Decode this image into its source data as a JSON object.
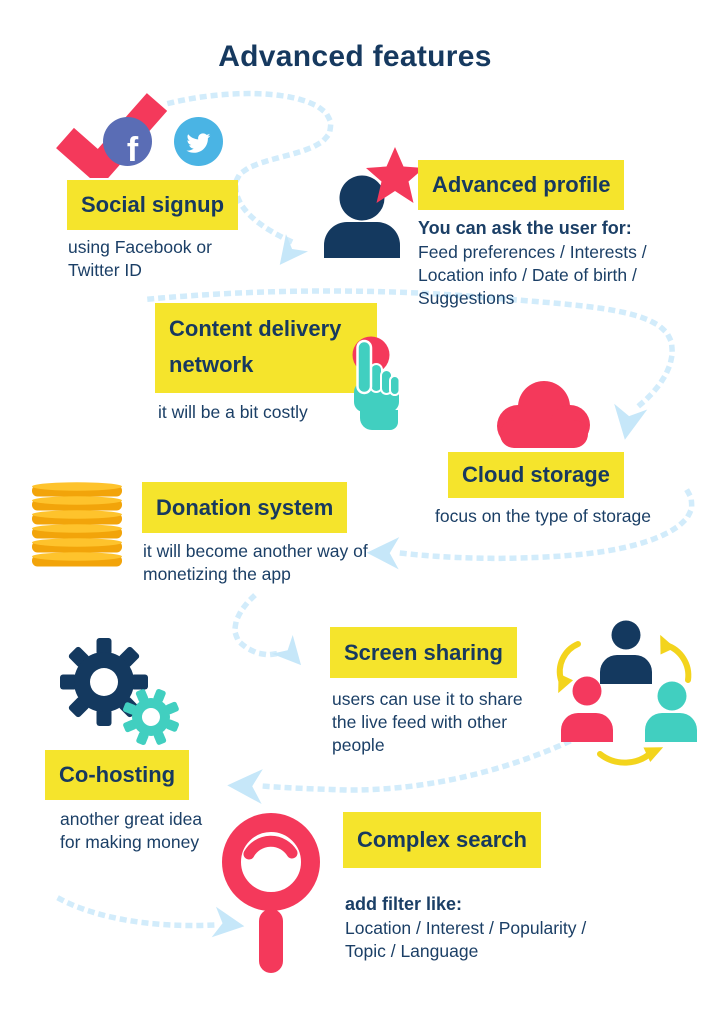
{
  "title": "Advanced features",
  "palette": {
    "navy": "#16395f",
    "yellow": "#f5e42c",
    "pink": "#f4395b",
    "teal": "#41cfc0",
    "facebook_blue": "#5a6db5",
    "twitter_blue": "#4ab4e4",
    "coin_gold": "#f2a40a",
    "coin_highlight": "#fec32c",
    "dotted_path_blue": "#d2ecfb",
    "flow_arrow_blue": "#c6e7f9",
    "cycle_arrow_yellow": "#f3d41d"
  },
  "icons": {
    "facebook_glyph": "f"
  },
  "features": {
    "social_signup": {
      "label": "Social signup",
      "desc": "using Facebook or Twitter ID"
    },
    "advanced_profile": {
      "label": "Advanced profile",
      "lead": "You can ask the user for:",
      "desc": "Feed preferences / Interests / Location info / Date of birth / Suggestions"
    },
    "content_delivery": {
      "label": "Content delivery network",
      "desc": "it will be a bit costly"
    },
    "cloud_storage": {
      "label": "Cloud storage",
      "desc": "focus on the type of storage"
    },
    "donation_system": {
      "label": "Donation system",
      "desc": "it will become another way of monetizing the app"
    },
    "screen_sharing": {
      "label": "Screen sharing",
      "desc": "users can use it to share the live feed with other people"
    },
    "co_hosting": {
      "label": "Co-hosting",
      "desc": "another great idea for making money"
    },
    "complex_search": {
      "label": "Complex search",
      "lead": "add filter like:",
      "desc": "Location / Interest / Popularity / Topic / Language"
    }
  }
}
